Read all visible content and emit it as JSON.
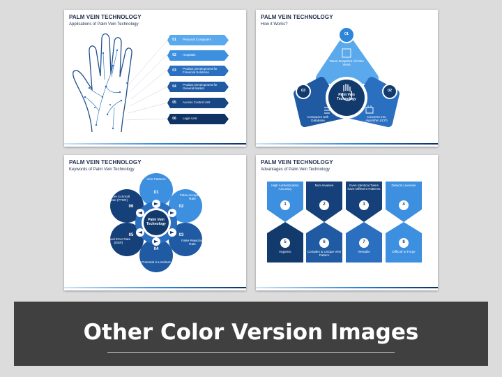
{
  "slide1": {
    "title": "PALM VEIN TECHNOLOGY",
    "subtitle": "Applications of Palm Vein Technology",
    "items": [
      {
        "num": "01",
        "label": "Personal Computers",
        "color": "#5aa9ec"
      },
      {
        "num": "02",
        "label": "Hospitals",
        "color": "#3d8fe0"
      },
      {
        "num": "03",
        "label": "Product Development for Financial Solutions",
        "color": "#2a6fc0"
      },
      {
        "num": "04",
        "label": "Product Development for General Market",
        "color": "#1f5aa3"
      },
      {
        "num": "05",
        "label": "Access Control Unit",
        "color": "#184683"
      },
      {
        "num": "06",
        "label": "Login Unit",
        "color": "#0f3363"
      }
    ]
  },
  "slide2": {
    "title": "PALM VEIN TECHNOLOGY",
    "subtitle": "How it Works?",
    "center": "Palm Vein Technology",
    "steps": [
      {
        "num": "01",
        "label": "Takes Snapshot of Palm Veins"
      },
      {
        "num": "02",
        "label": "Converts into Algorithm (ICP)"
      },
      {
        "num": "03",
        "label": "Compares with Database"
      }
    ]
  },
  "slide3": {
    "title": "PALM VEIN TECHNOLOGY",
    "subtitle": "Keywords of Palm Vein Technology",
    "center": "Palm Vein Technology",
    "nums": [
      "01",
      "02",
      "03",
      "04",
      "05",
      "06"
    ],
    "petals": [
      "Vein Patterns",
      "False Acceptance Rate",
      "False Rejection Rate",
      "Potential is Limitless",
      "Equal Error Rate (EER)",
      "Failure to Enroll Rate (FTER)"
    ]
  },
  "slide4": {
    "title": "PALM VEIN TECHNOLOGY",
    "subtitle": "Advantages of Palm Vein Technology",
    "top": [
      {
        "num": "1",
        "label": "High Authentication Accuracy"
      },
      {
        "num": "2",
        "label": "Non-Invasive"
      },
      {
        "num": "3",
        "label": "Even Identical Twins have Different Patterns"
      },
      {
        "num": "4",
        "label": "Detects Liveness"
      }
    ],
    "bottom": [
      {
        "num": "5",
        "label": "Hygienic"
      },
      {
        "num": "6",
        "label": "Complex & Unique Vein Pattern"
      },
      {
        "num": "7",
        "label": "Versatile"
      },
      {
        "num": "8",
        "label": "Difficult to Forge"
      }
    ]
  },
  "banner": {
    "text": "Other Color Version Images"
  }
}
